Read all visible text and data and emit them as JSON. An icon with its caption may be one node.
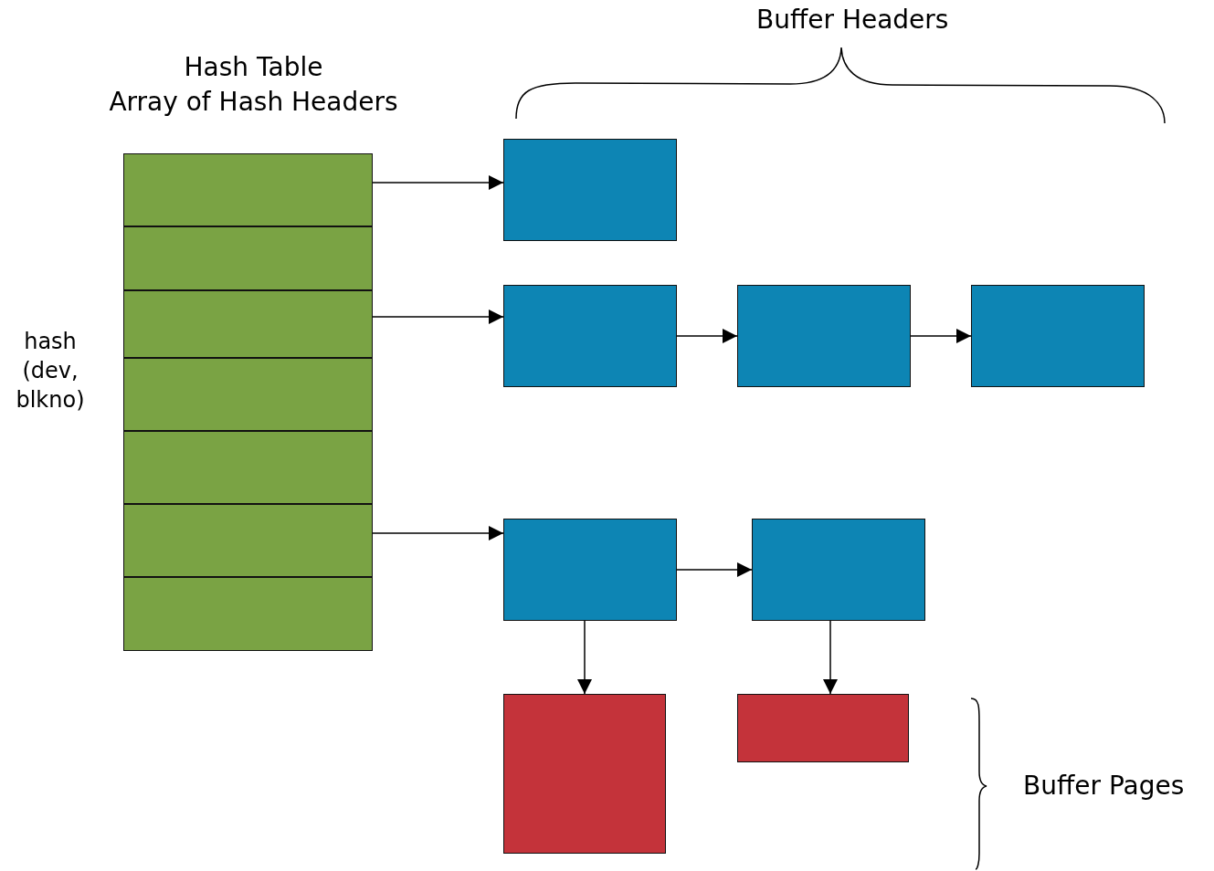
{
  "diagram": {
    "nodes": [
      {
        "text": [
          "Hash Table",
          "Array of Hash Headers"
        ]
      },
      {
        "text": [],
        "shape": "box",
        "in": 0
      },
      {
        "text": [],
        "shape": "box",
        "in": 0
      },
      {
        "text": [],
        "shape": "box",
        "in": 0
      },
      {
        "text": [],
        "shape": "box",
        "in": 0
      },
      {
        "text": [],
        "shape": "box",
        "in": 0
      },
      {
        "text": [],
        "shape": "box",
        "in": 0
      },
      {
        "text": [],
        "shape": "box",
        "in": 0
      },
      {
        "text": [],
        "shape": "box"
      },
      {
        "text": [],
        "shape": "box"
      },
      {
        "text": [],
        "shape": "box"
      },
      {
        "text": [],
        "shape": "box"
      },
      {
        "text": [],
        "shape": "box"
      },
      {
        "text": [],
        "shape": "box"
      },
      {
        "text": [],
        "shape": "box"
      },
      {
        "text": [],
        "shape": "box"
      }
    ],
    "edges": [
      {
        "from": 1,
        "to": 8,
        "arrow": "to"
      },
      {
        "from": 3,
        "to": 9,
        "arrow": "to"
      },
      {
        "from": 9,
        "to": 10,
        "arrow": "to"
      },
      {
        "from": 10,
        "to": 11,
        "arrow": "to"
      },
      {
        "from": 6,
        "to": 12,
        "arrow": "to"
      },
      {
        "from": 12,
        "to": 13,
        "arrow": "to"
      },
      {
        "from": 12,
        "to": 14,
        "arrow": "to"
      },
      {
        "from": 13,
        "to": 15,
        "arrow": "to"
      }
    ],
    "labels": [
      "Buffer Headers",
      "hash (dev, blkno)",
      "Buffer Pages"
    ]
  }
}
